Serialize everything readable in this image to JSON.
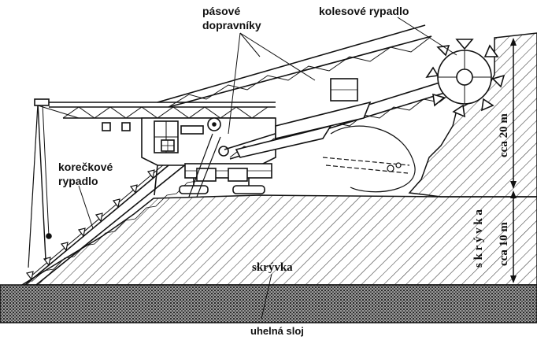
{
  "labels": {
    "belt_conveyors_line1": "pásové",
    "belt_conveyors_line2": "dopravníky",
    "bucket_wheel_excavator": "kolesové rypadlo",
    "bucket_chain_excavator_line1": "korečkové",
    "bucket_chain_excavator_line2": "rypadlo",
    "overburden_center": "skrývka",
    "overburden_vertical": "s k r ý v k a",
    "depth_upper": "cca 20 m",
    "depth_lower": "cca 10 m",
    "coal_seam": "uhelná sloj"
  }
}
